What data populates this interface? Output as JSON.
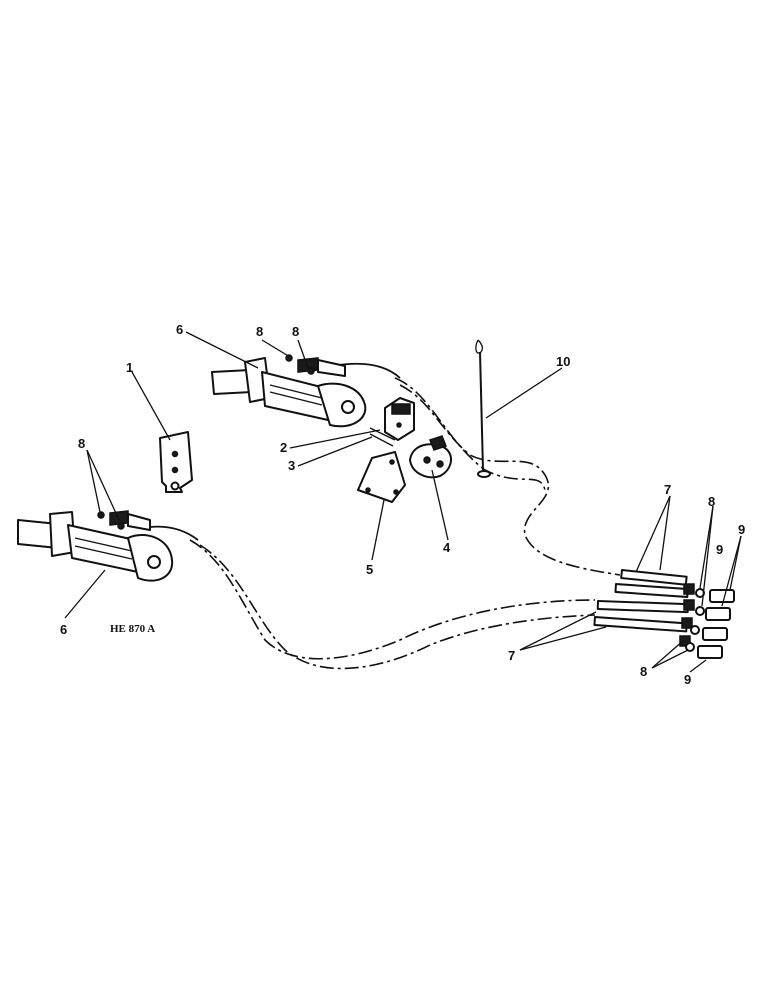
{
  "figure_code": "HE 870 A",
  "callouts": {
    "c1": "1",
    "c2": "2",
    "c3": "3",
    "c4": "4",
    "c5": "5",
    "c6a": "6",
    "c6b": "6",
    "c7a": "7",
    "c7b": "7",
    "c8a": "8",
    "c8b": "8",
    "c8c": "8",
    "c8d": "8",
    "c8e": "8",
    "c9a": "9",
    "c9b": "9",
    "c9c": "9",
    "c10": "10"
  }
}
